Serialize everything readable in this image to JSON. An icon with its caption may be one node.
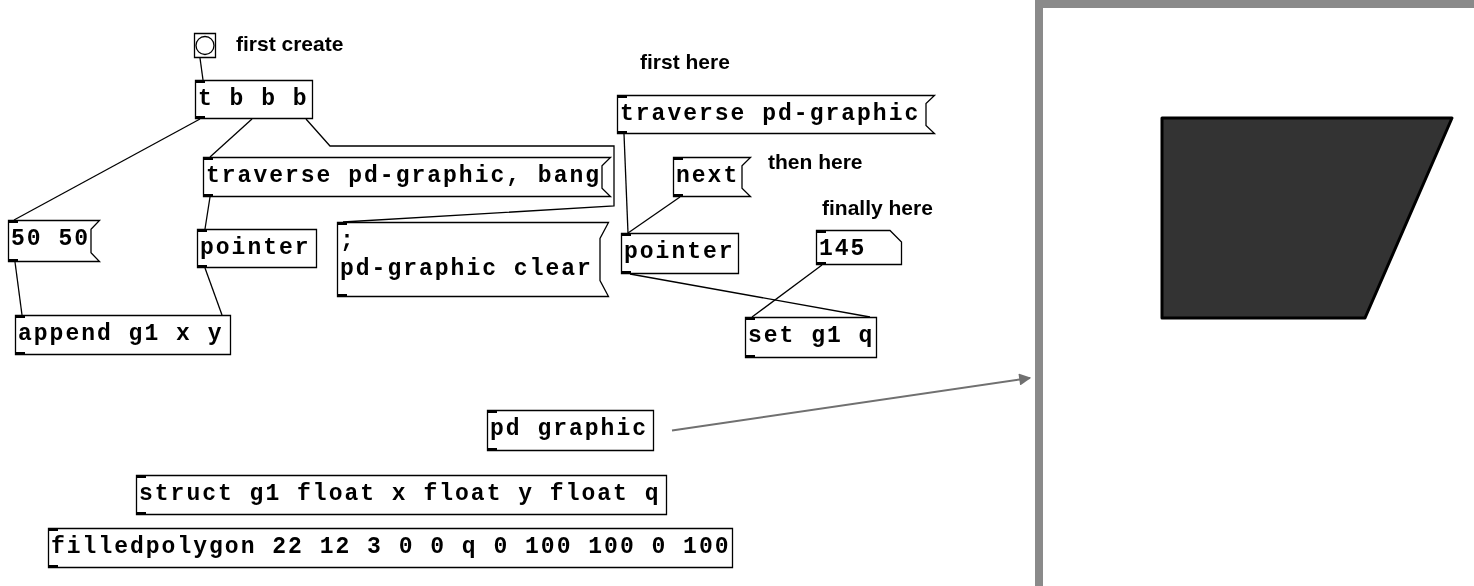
{
  "diagram": {
    "nodes": [
      {
        "text": [],
        "shape": "box",
        "beside": [
          "first create"
        ]
      },
      {
        "text": [
          "t b b b"
        ]
      },
      {
        "text": [
          "traverse pd-graphic, bang"
        ]
      },
      {
        "text": [
          "50 50"
        ]
      },
      {
        "text": [
          "pointer"
        ]
      },
      {
        "text": [
          ";",
          "pd-graphic clear"
        ]
      },
      {
        "text": [
          "append g1 x y"
        ]
      },
      {
        "text": [
          "traverse pd-graphic"
        ],
        "beside": [
          "first here"
        ]
      },
      {
        "text": [
          "next"
        ],
        "beside": [
          "then here"
        ]
      },
      {
        "text": [
          "pointer"
        ]
      },
      {
        "text": [
          "145"
        ],
        "beside": [
          "finally here"
        ]
      },
      {
        "text": [
          "set g1 q"
        ]
      },
      {
        "text": [
          "pd graphic"
        ]
      },
      {
        "text": [
          "struct g1 float x float y float q"
        ]
      },
      {
        "text": [
          "filledpolygon 22 12 3 0 0 q 0 100 100 0 100"
        ]
      },
      {
        "text": [],
        "shape": "picture"
      }
    ],
    "edges": [
      {
        "from": 0,
        "to": 1,
        "arrow": "none"
      },
      {
        "from": 1,
        "to": 3,
        "arrow": "none"
      },
      {
        "from": 1,
        "to": 2,
        "arrow": "none"
      },
      {
        "from": 1,
        "to": 5,
        "arrow": "none"
      },
      {
        "from": 2,
        "to": 4,
        "arrow": "none"
      },
      {
        "from": 3,
        "to": 6,
        "arrow": "none"
      },
      {
        "from": 4,
        "to": 6,
        "arrow": "none"
      },
      {
        "from": 7,
        "to": 9,
        "arrow": "none"
      },
      {
        "from": 8,
        "to": 9,
        "arrow": "none"
      },
      {
        "from": 9,
        "to": 11,
        "arrow": "none"
      },
      {
        "from": 10,
        "to": 11,
        "arrow": "none"
      },
      {
        "from": 12,
        "to": 15,
        "arrow": "to",
        "color": "#707070"
      }
    ]
  }
}
